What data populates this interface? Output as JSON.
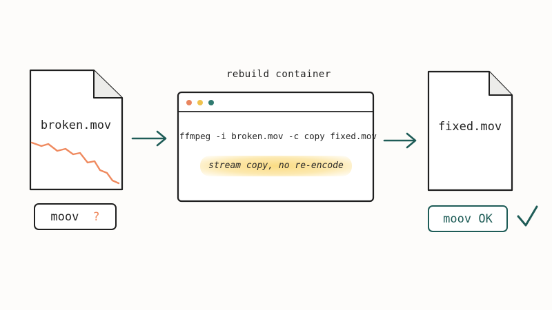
{
  "step": {
    "caption": "rebuild container",
    "command": "ffmpeg -i broken.mov -c copy fixed.mov",
    "note": "stream copy, no re-encode"
  },
  "input_file": {
    "name": "broken.mov",
    "badge_label": "moov",
    "badge_status": "?"
  },
  "output_file": {
    "name": "fixed.mov",
    "badge_label": "moov OK"
  },
  "icons": {
    "input": "document-icon",
    "output": "document-icon",
    "damage": "jagged-line-icon",
    "success": "checkmark-icon",
    "window_dots": [
      "red-dot-icon",
      "yellow-dot-icon",
      "green-dot-icon"
    ]
  },
  "colors": {
    "ink": "#1f1f1f",
    "teal": "#1e5c57",
    "damage": "#ef8a5f",
    "highlight": "#fad66e",
    "dot_red": "#e9855f",
    "dot_yellow": "#f0c24d",
    "dot_green": "#2f7a70"
  }
}
